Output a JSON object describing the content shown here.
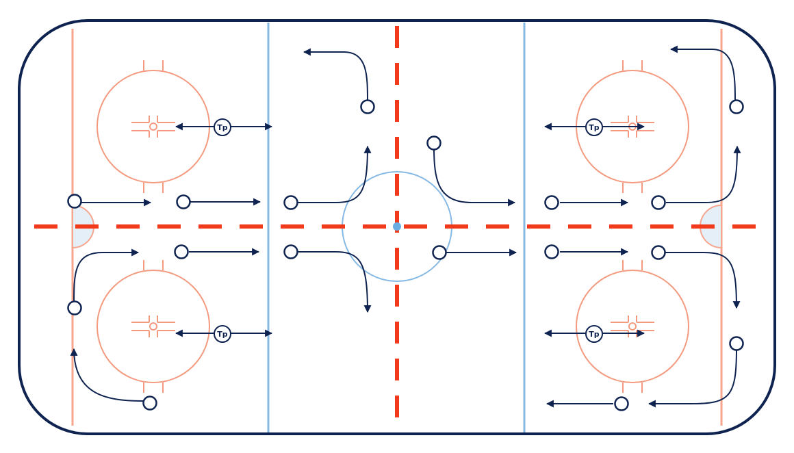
{
  "diagram": {
    "type": "ice-hockey-rink-drill",
    "colors": {
      "background": "#ffffff",
      "boards": "#0f2350",
      "red_line": "#f2391c",
      "goal_line": "#f7a58d",
      "faceoff": "#f39a7f",
      "blue_line": "#86b9e3",
      "center_circle": "#86b9e3",
      "center_dot": "#6aaee3",
      "crease_fill": "#e4eff8",
      "player": "#0f2350",
      "arrow": "#0f2350"
    },
    "labels": {
      "tp_marker": "Tp"
    },
    "icons": [
      "player-circle",
      "arrow",
      "tp-marker",
      "faceoff-circle",
      "faceoff-dot",
      "goal-crease"
    ]
  }
}
